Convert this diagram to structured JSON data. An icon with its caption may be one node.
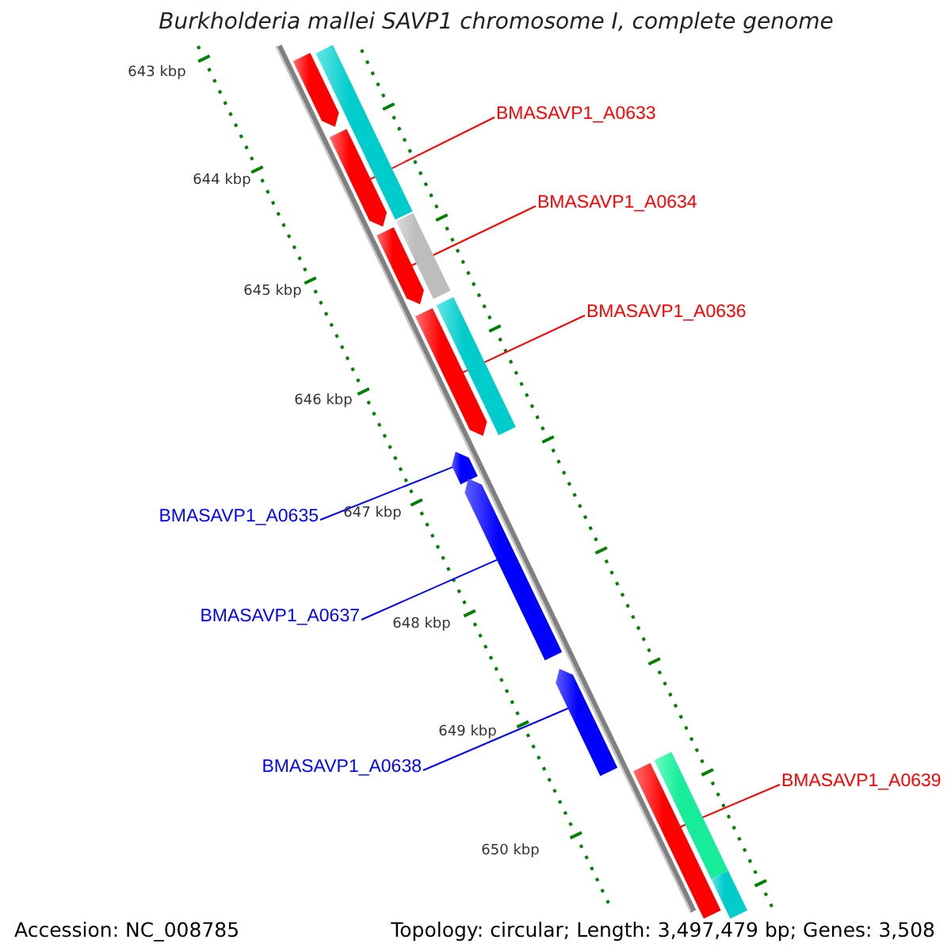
{
  "diagram": {
    "title": "Burkholderia mallei SAVP1 chromosome I, complete genome",
    "nodes": [
      {
        "text": [
          "BMASAVP1_A0633"
        ]
      },
      {
        "text": [
          "BMASAVP1_A0634"
        ]
      },
      {
        "text": [
          "BMASAVP1_A0636"
        ]
      },
      {
        "text": [
          "BMASAVP1_A0635"
        ]
      },
      {
        "text": [
          "BMASAVP1_A0637"
        ]
      },
      {
        "text": [
          "BMASAVP1_A0638"
        ]
      },
      {
        "text": [
          "BMASAVP1_A0639"
        ]
      },
      {
        "text": [],
        "shape": "arrow"
      },
      {
        "text": [],
        "shape": "arrow"
      },
      {
        "text": [],
        "shape": "arrow"
      },
      {
        "text": [],
        "shape": "arrow"
      },
      {
        "text": [],
        "shape": "arrow"
      },
      {
        "text": [],
        "shape": "arrow"
      },
      {
        "text": [],
        "shape": "bar"
      },
      {
        "text": [],
        "shape": "arrow"
      },
      {
        "text": [],
        "shape": "bar"
      },
      {
        "text": [],
        "shape": "bar"
      },
      {
        "text": [],
        "shape": "bar"
      },
      {
        "text": [],
        "shape": "bar"
      },
      {
        "text": [],
        "shape": "bar"
      }
    ],
    "edges": [
      {
        "from": 0,
        "to": 7,
        "arrow": "none"
      },
      {
        "from": 1,
        "to": 8,
        "arrow": "none"
      },
      {
        "from": 2,
        "to": 9,
        "arrow": "none"
      },
      {
        "from": 3,
        "to": 10,
        "arrow": "none",
        "color": "#0000ff"
      },
      {
        "from": 4,
        "to": 11,
        "arrow": "none",
        "color": "#0000ff"
      },
      {
        "from": 5,
        "to": 12,
        "arrow": "none",
        "color": "#0000ff"
      },
      {
        "from": 6,
        "to": 13,
        "arrow": "none"
      }
    ],
    "labels": [
      "643 kbp",
      "644 kbp",
      "645 kbp",
      "646 kbp",
      "647 kbp",
      "648 kbp",
      "649 kbp",
      "650 kbp",
      "Accession: NC_008785",
      "Topology: circular; Length: 3,497,479 bp; Genes: 3,508"
    ]
  }
}
